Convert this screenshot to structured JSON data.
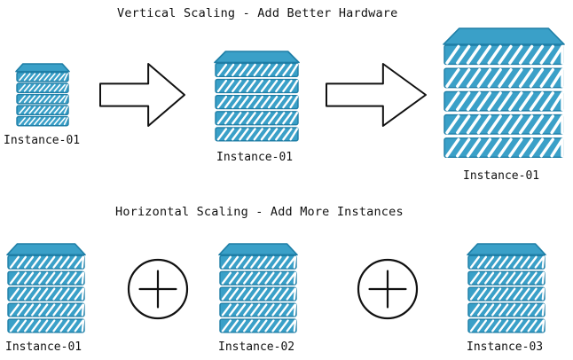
{
  "vertical": {
    "title": "Vertical Scaling - Add Better Hardware",
    "instances": [
      {
        "label": "Instance-01"
      },
      {
        "label": "Instance-01"
      },
      {
        "label": "Instance-01"
      }
    ]
  },
  "horizontal": {
    "title": "Horizontal Scaling - Add More Instances",
    "instances": [
      {
        "label": "Instance-01"
      },
      {
        "label": "Instance-02"
      },
      {
        "label": "Instance-03"
      }
    ]
  },
  "connectors": {
    "vertical": [
      "arrow-icon",
      "arrow-icon"
    ],
    "horizontal": [
      "plus-circle-icon",
      "plus-circle-icon"
    ]
  },
  "colors": {
    "server_fill": "#3aa0c8",
    "server_stroke": "#1e7ea6",
    "stroke": "#111111",
    "background": "#ffffff"
  }
}
